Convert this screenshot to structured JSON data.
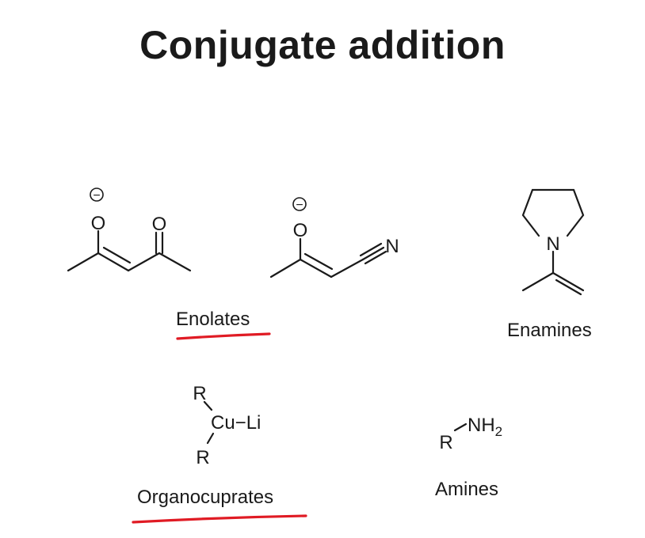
{
  "title": "Conjugate addition",
  "labels": {
    "enolates": "Enolates",
    "enamines": "Enamines",
    "organocuprates": "Organocuprates",
    "amines": "Amines"
  },
  "atoms": {
    "oxygen": "O",
    "nitrogen": "N",
    "charge": "−",
    "r_group": "R",
    "copper_lithium": "Cu−Li",
    "nh2_main": "NH",
    "nh2_sub": "2"
  },
  "colors": {
    "underline": "#e01b24",
    "ink": "#1a1a1a"
  }
}
